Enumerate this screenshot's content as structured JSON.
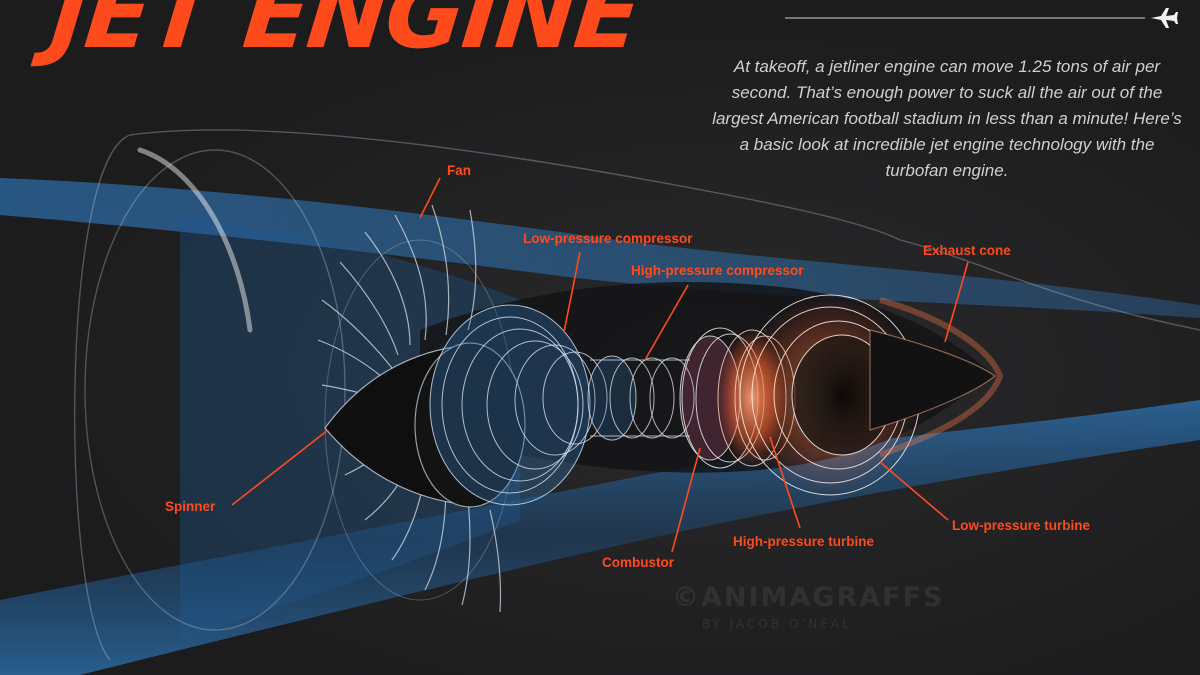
{
  "title": "JET ENGINE",
  "intro": "At takeoff, a jetliner engine can move 1.25 tons of air per second. That’s enough power to suck all the air out of the largest American football stadium in less than a minute! Here’s a basic look at incredible jet engine technology with the turbofan engine.",
  "labels": {
    "fan": "Fan",
    "low_pressure_compressor": "Low-pressure compressor",
    "high_pressure_compressor": "High-pressure compressor",
    "exhaust_cone": "Exhaust cone",
    "spinner": "Spinner",
    "combustor": "Combustor",
    "high_pressure_turbine": "High-pressure turbine",
    "low_pressure_turbine": "Low-pressure turbine"
  },
  "watermark": "©ANIMAGRAFFS",
  "byline": "BY JACOB O’NEAL",
  "colors": {
    "accent": "#ff4a1c",
    "airflow_blue": "#2b6fb0",
    "background": "#1e1e1f",
    "wireframe": "#d9e6f5",
    "turbine_hot": "#ff7a4a"
  },
  "icons": {
    "header": "airplane-icon"
  }
}
